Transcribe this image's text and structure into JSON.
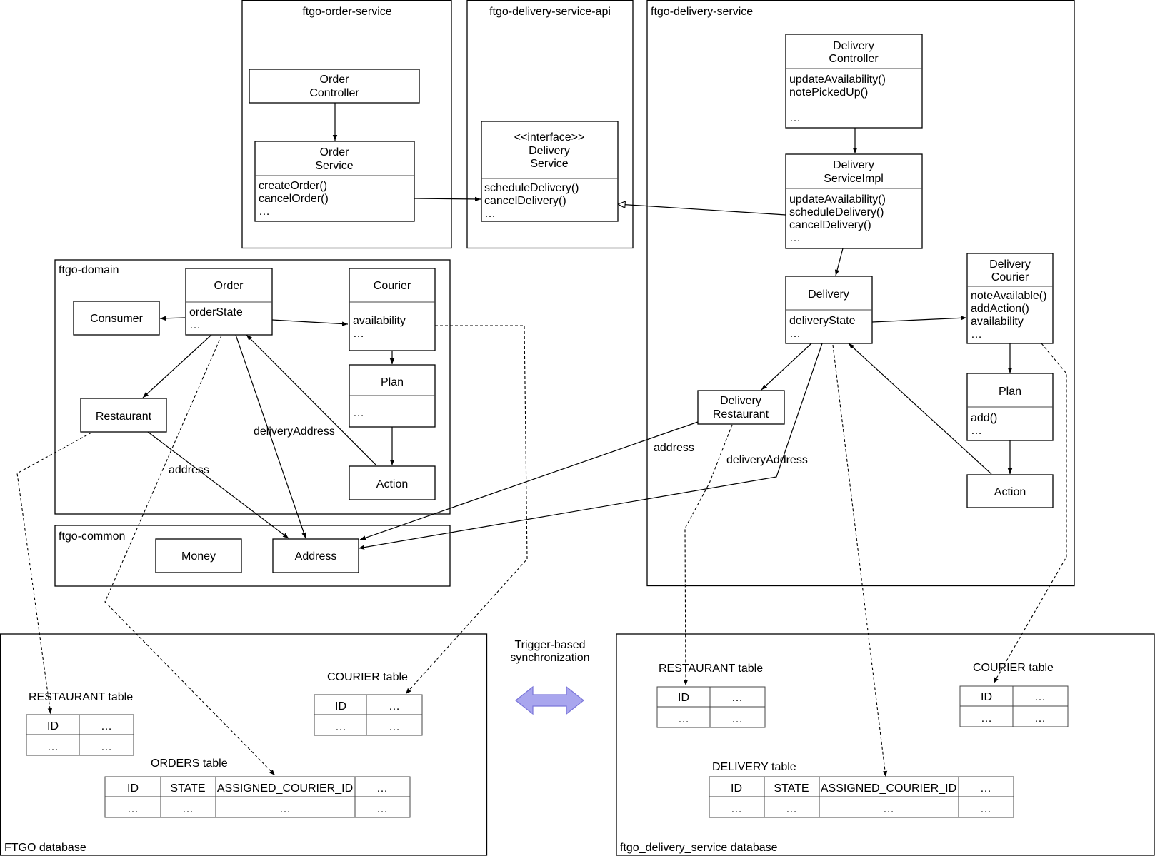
{
  "colors": {
    "sync_arrow_fill": "#a9a6ee",
    "sync_arrow_stroke": "#7b76d9"
  },
  "containers": {
    "order_service": "ftgo-order-service",
    "delivery_api": "ftgo-delivery-service-api",
    "delivery_service": "ftgo-delivery-service",
    "domain": "ftgo-domain",
    "common": "ftgo-common",
    "ftgo_db": "FTGO database",
    "delivery_db": "ftgo_delivery_service database"
  },
  "classes": {
    "order_controller": [
      "Order",
      "Controller"
    ],
    "order_service": {
      "title": [
        "Order",
        "Service"
      ],
      "members": [
        "createOrder()",
        "cancelOrder()",
        "…"
      ]
    },
    "delivery_service_iface": {
      "title": [
        "<<interface>>",
        "Delivery",
        "Service"
      ],
      "members": [
        "scheduleDelivery()",
        "cancelDelivery()",
        "…"
      ]
    },
    "delivery_controller": {
      "title": [
        "Delivery",
        "Controller"
      ],
      "members": [
        "updateAvailability()",
        "notePickedUp()",
        "",
        "…"
      ]
    },
    "delivery_service_impl": {
      "title": [
        "Delivery",
        "ServiceImpl"
      ],
      "members": [
        "updateAvailability()",
        "scheduleDelivery()",
        "cancelDelivery()",
        "…"
      ]
    },
    "delivery": {
      "title": [
        "Delivery"
      ],
      "members": [
        "deliveryState",
        "…"
      ]
    },
    "delivery_courier": {
      "title": [
        "Delivery",
        "Courier"
      ],
      "members": [
        "noteAvailable()",
        "addAction()",
        "availability",
        "…"
      ]
    },
    "ds_plan": {
      "title": [
        "Plan"
      ],
      "members": [
        "add()",
        "…"
      ]
    },
    "ds_action": "Action",
    "delivery_restaurant": [
      "Delivery",
      "Restaurant"
    ],
    "order": {
      "title": [
        "Order"
      ],
      "members": [
        "orderState",
        "…"
      ]
    },
    "courier": {
      "title": [
        "Courier"
      ],
      "members": [
        "availability",
        "…"
      ]
    },
    "plan": {
      "title": [
        "Plan"
      ],
      "members": [
        "…"
      ]
    },
    "action": "Action",
    "consumer": "Consumer",
    "restaurant": "Restaurant",
    "money": "Money",
    "address": "Address"
  },
  "edge_labels": {
    "delivery_address_left": "deliveryAddress",
    "address_left": "address",
    "address_right": "address",
    "delivery_address_right": "deliveryAddress"
  },
  "sync_label": [
    "Trigger-based",
    "synchronization"
  ],
  "tables": {
    "ftgo_restaurant": {
      "caption": "RESTAURANT table",
      "rows": [
        [
          "ID",
          "…"
        ],
        [
          "…",
          "…"
        ]
      ]
    },
    "ftgo_courier": {
      "caption": "COURIER table",
      "rows": [
        [
          "ID",
          "…"
        ],
        [
          "…",
          "…"
        ]
      ]
    },
    "ftgo_orders": {
      "caption": "ORDERS table",
      "rows": [
        [
          "ID",
          "STATE",
          "ASSIGNED_COURIER_ID",
          "…"
        ],
        [
          "…",
          "…",
          "…",
          "…"
        ]
      ]
    },
    "ds_restaurant": {
      "caption": "RESTAURANT table",
      "rows": [
        [
          "ID",
          "…"
        ],
        [
          "…",
          "…"
        ]
      ]
    },
    "ds_courier": {
      "caption": "COURIER table",
      "rows": [
        [
          "ID",
          "…"
        ],
        [
          "…",
          "…"
        ]
      ]
    },
    "ds_delivery": {
      "caption": "DELIVERY table",
      "rows": [
        [
          "ID",
          "STATE",
          "ASSIGNED_COURIER_ID",
          "…"
        ],
        [
          "…",
          "…",
          "…",
          "…"
        ]
      ]
    }
  }
}
